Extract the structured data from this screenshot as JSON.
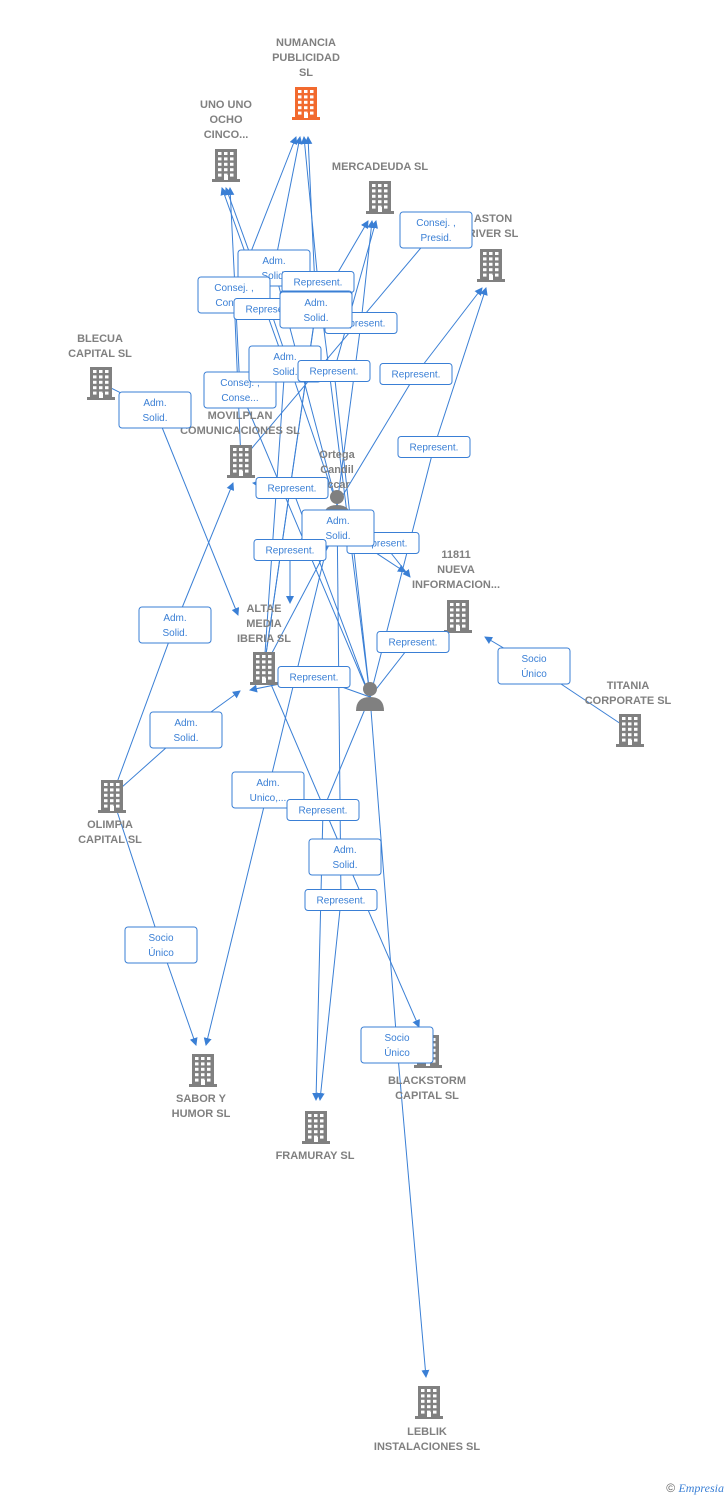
{
  "colors": {
    "edge": "#3a7fd5",
    "building": "#808080",
    "main_building": "#f26a2e",
    "person": "#808080"
  },
  "nodes": [
    {
      "id": "numancia",
      "type": "company",
      "main": true,
      "label": [
        "NUMANCIA",
        "PUBLICIDAD",
        "SL"
      ]
    },
    {
      "id": "unouno",
      "type": "company",
      "label": [
        "UNO UNO",
        "OCHO",
        "CINCO..."
      ]
    },
    {
      "id": "mercadeuda",
      "type": "company",
      "label": [
        "MERCADEUDA SL"
      ]
    },
    {
      "id": "aston",
      "type": "company",
      "label": [
        "ASTON",
        "RIVER SL"
      ]
    },
    {
      "id": "blecua",
      "type": "company",
      "label": [
        "BLECUA",
        "CAPITAL SL"
      ]
    },
    {
      "id": "movilplan",
      "type": "company",
      "label": [
        "MOVILPLAN",
        "COMUNICACIONES SL"
      ]
    },
    {
      "id": "ortega",
      "type": "person",
      "label": [
        "Ortega",
        "Candil",
        "Iccar"
      ]
    },
    {
      "id": "n11811",
      "type": "company",
      "label": [
        "11811",
        "NUEVA",
        "INFORMACION..."
      ]
    },
    {
      "id": "altae",
      "type": "company",
      "label": [
        "ALTAE",
        "MEDIA",
        "IBERIA SL"
      ]
    },
    {
      "id": "person2",
      "type": "person",
      "label": []
    },
    {
      "id": "titania",
      "type": "company",
      "label": [
        "TITANIA",
        "CORPORATE SL"
      ]
    },
    {
      "id": "olimpia",
      "type": "company",
      "label": [
        "OLIMPIA",
        "CAPITAL SL"
      ]
    },
    {
      "id": "sabor",
      "type": "company",
      "label": [
        "SABOR Y",
        "HUMOR SL"
      ]
    },
    {
      "id": "framuray",
      "type": "company",
      "label": [
        "FRAMURAY SL"
      ]
    },
    {
      "id": "blackstorm",
      "type": "company",
      "label": [
        "BLACKSTORM",
        "CAPITAL SL"
      ]
    },
    {
      "id": "leblik",
      "type": "company",
      "label": [
        "LEBLIK",
        "INSTALACIONES SL"
      ]
    }
  ],
  "edges": [
    {
      "from": "ortega",
      "to": "numancia",
      "label": [
        "Adm.",
        "Solid."
      ]
    },
    {
      "from": "person2",
      "to": "numancia",
      "label": [
        "Represent."
      ]
    },
    {
      "from": "altae",
      "to": "numancia",
      "label": [
        "Adm.",
        "Solid."
      ]
    },
    {
      "from": "movilplan",
      "to": "numancia",
      "label": [
        "Consej. ,",
        "Conse..."
      ]
    },
    {
      "from": "ortega",
      "to": "unouno",
      "label": [
        "Represent."
      ]
    },
    {
      "from": "person2",
      "to": "unouno",
      "label": [
        "Consej. ,",
        "Conse..."
      ]
    },
    {
      "from": "altae",
      "to": "unouno",
      "label": [
        "Adm.",
        "Solid."
      ]
    },
    {
      "from": "ortega",
      "to": "mercadeuda",
      "label": [
        "Represent."
      ]
    },
    {
      "from": "person2",
      "to": "mercadeuda",
      "label": [
        "Represent."
      ]
    },
    {
      "from": "altae",
      "to": "mercadeuda",
      "label": [
        "Adm.",
        "Solid."
      ]
    },
    {
      "from": "ortega",
      "to": "aston",
      "label": [
        "Represent."
      ]
    },
    {
      "from": "person2",
      "to": "aston",
      "label": [
        "Represent."
      ]
    },
    {
      "from": "blecua",
      "to": "altae",
      "label": [
        "Adm.",
        "Solid."
      ]
    },
    {
      "from": "olimpia",
      "to": "movilplan",
      "label": [
        "Adm.",
        "Solid."
      ]
    },
    {
      "from": "person2",
      "to": "movilplan",
      "label": [
        "Represent."
      ]
    },
    {
      "from": "ortega",
      "to": "n11811",
      "label": [
        "Represent."
      ]
    },
    {
      "from": "person2",
      "to": "n11811",
      "label": [
        "Represent."
      ]
    },
    {
      "from": "altae",
      "to": "n11811",
      "label": [
        "Adm.",
        "Solid."
      ]
    },
    {
      "from": "titania",
      "to": "n11811",
      "label": [
        "Socio",
        "Único"
      ]
    },
    {
      "from": "olimpia",
      "to": "altae",
      "label": [
        "Adm.",
        "Solid."
      ]
    },
    {
      "from": "person2",
      "to": "altae",
      "label": [
        "Represent."
      ]
    },
    {
      "from": "ortega",
      "to": "altae",
      "label": [
        "Represent."
      ]
    },
    {
      "from": "olimpia",
      "to": "sabor",
      "label": [
        "Socio",
        "Único"
      ]
    },
    {
      "from": "ortega",
      "to": "sabor",
      "label": [
        "Adm.",
        "Unico,..."
      ]
    },
    {
      "from": "person2",
      "to": "framuray",
      "label": [
        "Represent."
      ]
    },
    {
      "from": "ortega",
      "to": "framuray",
      "label": [
        "Represent."
      ]
    },
    {
      "from": "altae",
      "to": "blackstorm",
      "label": [
        "Adm.",
        "Solid."
      ]
    },
    {
      "from": "person2",
      "to": "leblik",
      "label": [
        "Socio",
        "Único"
      ]
    },
    {
      "from": "movilplan",
      "to": "blackstorm",
      "label": [
        "Consej. ,",
        "Presid."
      ]
    }
  ],
  "footer": {
    "copyright_symbol": "©",
    "brand": "Empresia"
  }
}
